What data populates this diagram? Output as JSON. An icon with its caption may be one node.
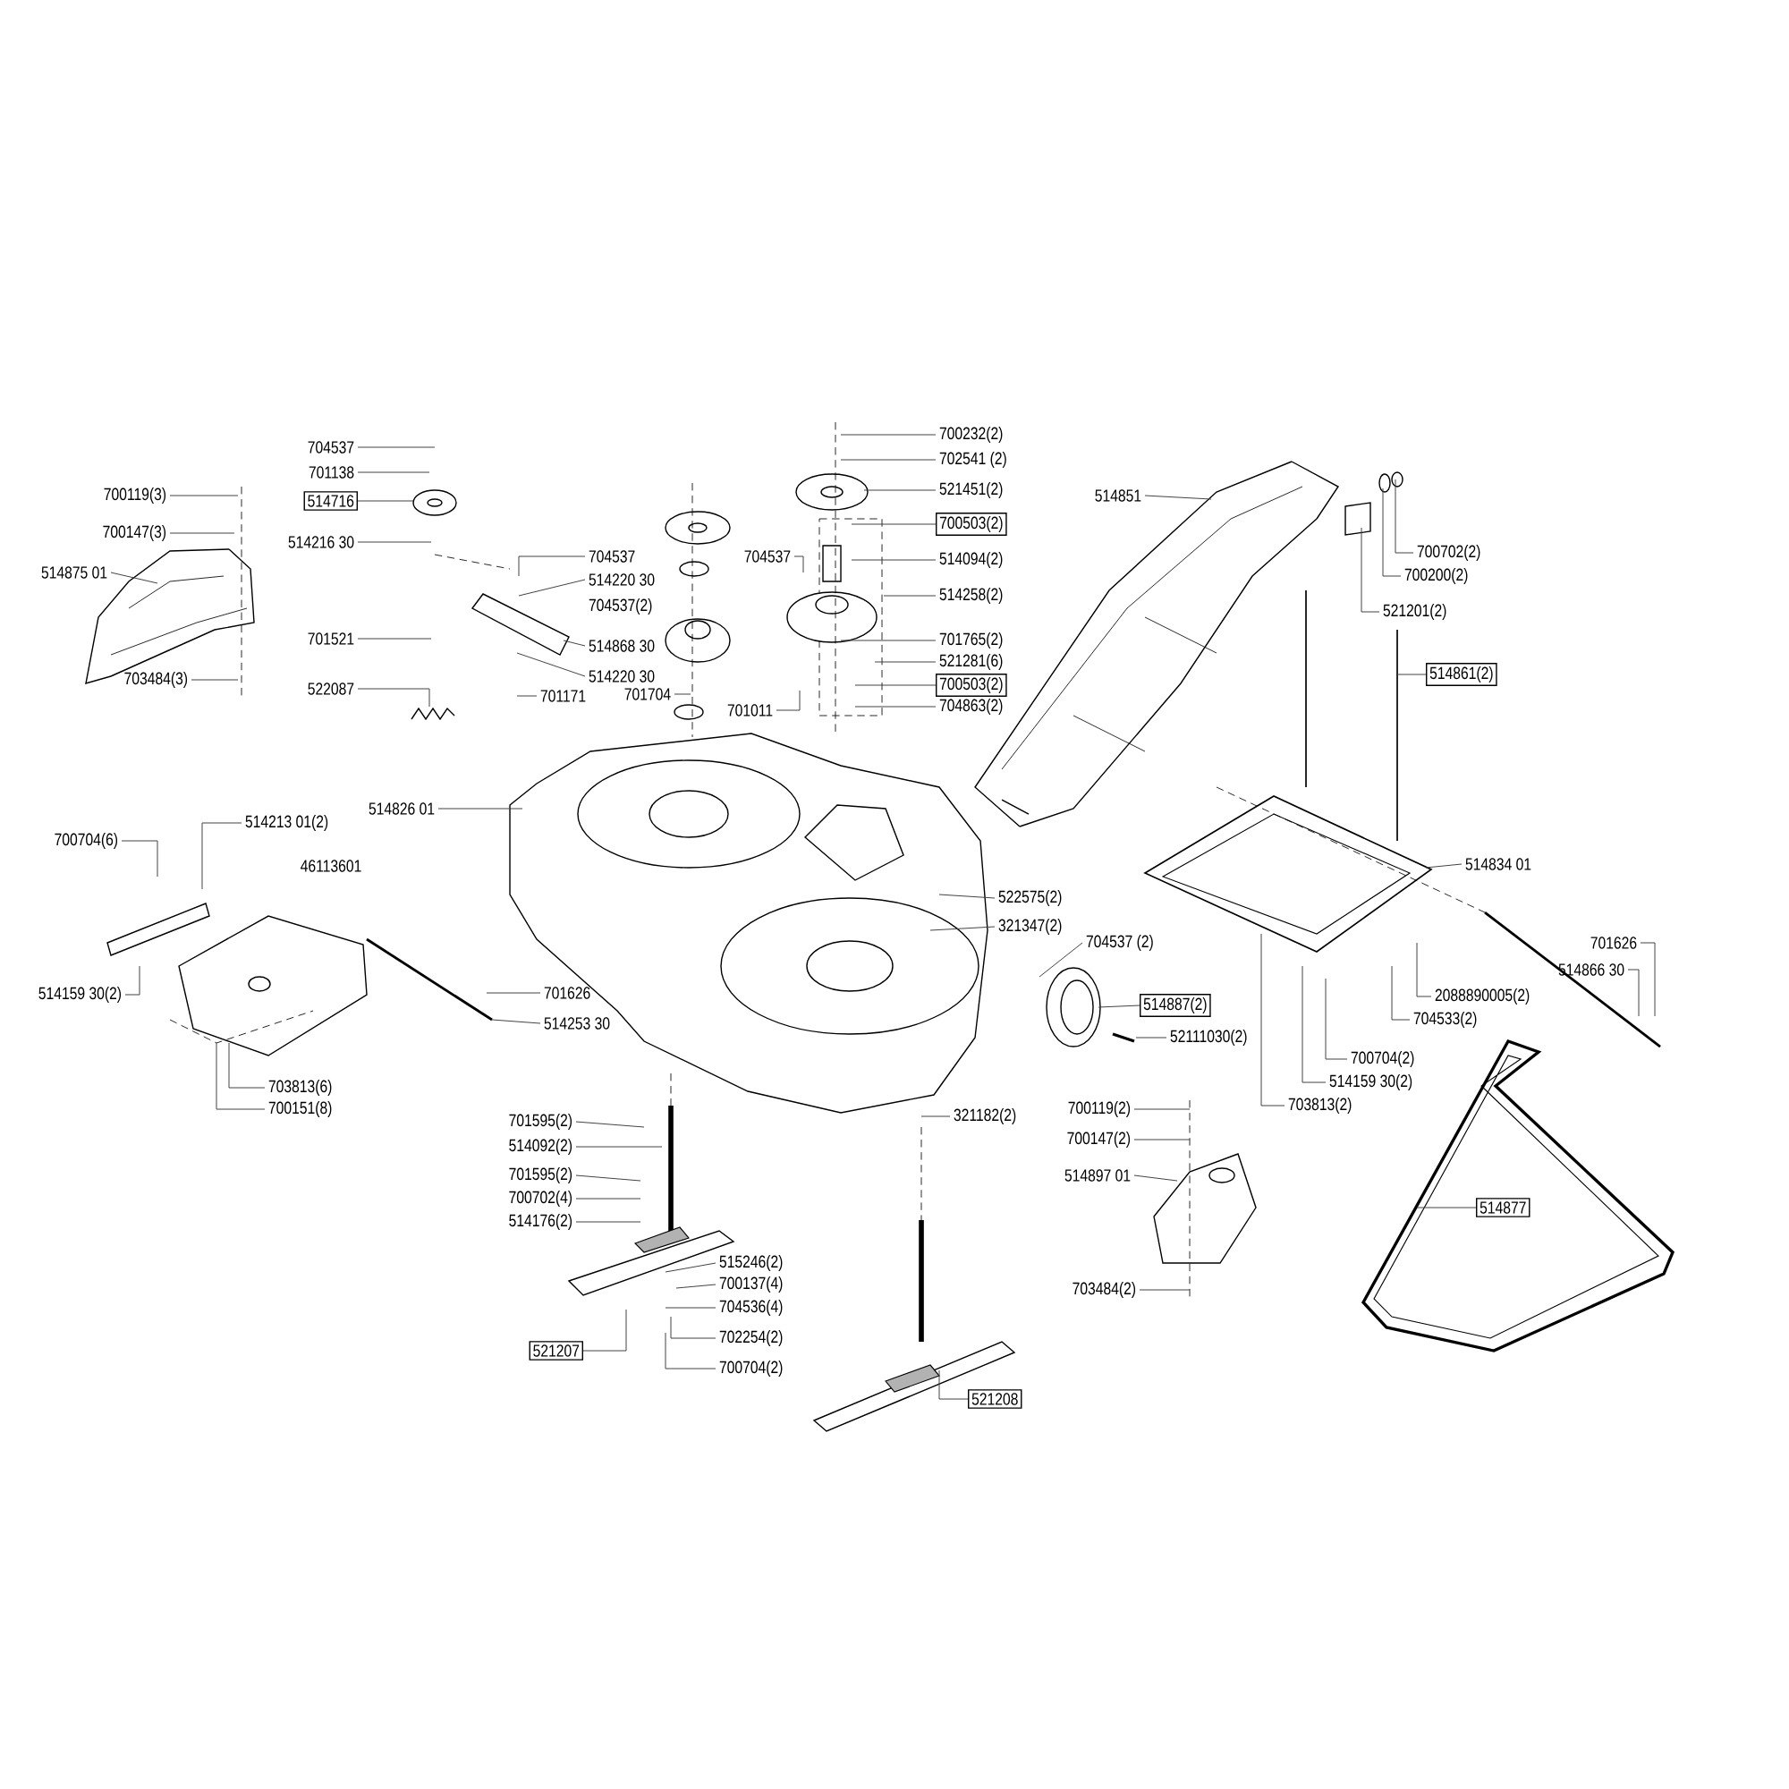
{
  "diagram": {
    "nodes": [
      {
        "text": [
          "700119(3)"
        ]
      },
      {
        "text": [
          "700147(3)"
        ]
      },
      {
        "text": [
          "514875 01"
        ]
      },
      {
        "text": [
          "703484(3)"
        ]
      },
      {
        "text": [
          "704537"
        ]
      },
      {
        "text": [
          "701138"
        ]
      },
      {
        "text": [
          "514716"
        ]
      },
      {
        "text": [
          "514216 30"
        ]
      },
      {
        "text": [
          "701521"
        ]
      },
      {
        "text": [
          "522087"
        ]
      },
      {
        "text": [
          "704537"
        ]
      },
      {
        "text": [
          "514220 30"
        ]
      },
      {
        "text": [
          "514868 30"
        ]
      },
      {
        "text": [
          "514220 30"
        ]
      },
      {
        "text": [
          "701171"
        ]
      },
      {
        "text": [
          "701704"
        ]
      },
      {
        "text": [
          "704537"
        ]
      },
      {
        "text": [
          "701011"
        ]
      },
      {
        "text": [
          "700232(2)"
        ]
      },
      {
        "text": [
          "702541 (2)"
        ]
      },
      {
        "text": [
          "521451(2)"
        ]
      },
      {
        "text": [
          "700503(2)"
        ]
      },
      {
        "text": [
          "514094(2)"
        ]
      },
      {
        "text": [
          "514258(2)"
        ]
      },
      {
        "text": [
          "701765(2)"
        ]
      },
      {
        "text": [
          "521281(6)"
        ]
      },
      {
        "text": [
          "700503(2)"
        ]
      },
      {
        "text": [
          "704863(2)"
        ]
      },
      {
        "text": [
          "514851"
        ]
      },
      {
        "text": [
          "700702(2)"
        ]
      },
      {
        "text": [
          "700200(2)"
        ]
      },
      {
        "text": [
          "521201(2)"
        ]
      },
      {
        "text": [
          "514861(2)"
        ]
      },
      {
        "text": [
          "514826 01"
        ]
      },
      {
        "text": [
          "514213 01(2)"
        ]
      },
      {
        "text": [
          "700704(6)"
        ]
      },
      {
        "text": [
          "514834 01"
        ]
      },
      {
        "text": [
          "522575(2)"
        ]
      },
      {
        "text": [
          "321347(2)"
        ]
      },
      {
        "text": [
          "701626"
        ]
      },
      {
        "text": [
          "514253 30"
        ]
      },
      {
        "text": [
          "514159 30(2)"
        ]
      },
      {
        "text": [
          "701626"
        ]
      },
      {
        "text": [
          "514866 30"
        ]
      },
      {
        "text": [
          "704537 (2)"
        ]
      },
      {
        "text": [
          "2088890005(2)"
        ]
      },
      {
        "text": [
          "514887(2)"
        ]
      },
      {
        "text": [
          "704533(2)"
        ]
      },
      {
        "text": [
          "52111030(2)"
        ]
      },
      {
        "text": [
          "700704(2)"
        ]
      },
      {
        "text": [
          "514159 30(2)"
        ]
      },
      {
        "text": [
          "703813(6)"
        ]
      },
      {
        "text": [
          "703813(2)"
        ]
      },
      {
        "text": [
          "700151(8)"
        ]
      },
      {
        "text": [
          "321182(2)"
        ]
      },
      {
        "text": [
          "700119(2)"
        ]
      },
      {
        "text": [
          "701595(2)"
        ]
      },
      {
        "text": [
          "700147(2)"
        ]
      },
      {
        "text": [
          "514092(2)"
        ]
      },
      {
        "text": [
          "514897 01"
        ]
      },
      {
        "text": [
          "701595(2)"
        ]
      },
      {
        "text": [
          "700702(4)"
        ]
      },
      {
        "text": [
          "514877"
        ]
      },
      {
        "text": [
          "514176(2)"
        ]
      },
      {
        "text": [
          "515246(2)"
        ]
      },
      {
        "text": [
          "700137(4)"
        ]
      },
      {
        "text": [
          "703484(2)"
        ]
      },
      {
        "text": [
          "704536(4)"
        ]
      },
      {
        "text": [
          "702254(2)"
        ]
      },
      {
        "text": [
          "521207"
        ]
      },
      {
        "text": [
          "700704(2)"
        ]
      },
      {
        "text": [
          "521208"
        ]
      }
    ],
    "edges": [
      {
        "from": 0,
        "to": null,
        "arrow": "none"
      },
      {
        "from": 1,
        "to": null,
        "arrow": "none"
      },
      {
        "from": 2,
        "to": null,
        "arrow": "none"
      },
      {
        "from": 3,
        "to": null,
        "arrow": "none"
      },
      {
        "from": 4,
        "to": null,
        "arrow": "none"
      },
      {
        "from": 5,
        "to": null,
        "arrow": "none"
      },
      {
        "from": 6,
        "to": null,
        "arrow": "none"
      },
      {
        "from": 7,
        "to": null,
        "arrow": "none"
      },
      {
        "from": 8,
        "to": null,
        "arrow": "none"
      },
      {
        "from": 9,
        "to": null,
        "arrow": "none"
      },
      {
        "from": 10,
        "to": null,
        "arrow": "none"
      },
      {
        "from": 11,
        "to": null,
        "arrow": "none"
      },
      {
        "from": 12,
        "to": null,
        "arrow": "none"
      },
      {
        "from": 13,
        "to": null,
        "arrow": "none"
      },
      {
        "from": 14,
        "to": null,
        "arrow": "none"
      },
      {
        "from": 15,
        "to": null,
        "arrow": "none"
      },
      {
        "from": 16,
        "to": null,
        "arrow": "none"
      },
      {
        "from": 17,
        "to": null,
        "arrow": "none"
      },
      {
        "from": 18,
        "to": null,
        "arrow": "none"
      },
      {
        "from": 19,
        "to": null,
        "arrow": "none"
      },
      {
        "from": 20,
        "to": null,
        "arrow": "none"
      },
      {
        "from": 21,
        "to": null,
        "arrow": "none"
      },
      {
        "from": 22,
        "to": null,
        "arrow": "none"
      },
      {
        "from": 23,
        "to": null,
        "arrow": "none"
      },
      {
        "from": 24,
        "to": null,
        "arrow": "none"
      },
      {
        "from": 25,
        "to": null,
        "arrow": "none"
      },
      {
        "from": 26,
        "to": null,
        "arrow": "none"
      },
      {
        "from": 27,
        "to": null,
        "arrow": "none"
      },
      {
        "from": 28,
        "to": null,
        "arrow": "none"
      },
      {
        "from": 29,
        "to": null,
        "arrow": "none"
      },
      {
        "from": 30,
        "to": null,
        "arrow": "none"
      },
      {
        "from": 31,
        "to": null,
        "arrow": "none"
      },
      {
        "from": 32,
        "to": null,
        "arrow": "none"
      },
      {
        "from": 33,
        "to": null,
        "arrow": "none"
      },
      {
        "from": 34,
        "to": null,
        "arrow": "none"
      },
      {
        "from": 35,
        "to": null,
        "arrow": "none"
      },
      {
        "from": 36,
        "to": null,
        "arrow": "none"
      },
      {
        "from": 37,
        "to": null,
        "arrow": "none"
      },
      {
        "from": 38,
        "to": null,
        "arrow": "none"
      },
      {
        "from": 39,
        "to": null,
        "arrow": "none"
      },
      {
        "from": 40,
        "to": null,
        "arrow": "none"
      },
      {
        "from": 41,
        "to": null,
        "arrow": "none"
      },
      {
        "from": 42,
        "to": null,
        "arrow": "none"
      },
      {
        "from": 43,
        "to": null,
        "arrow": "none"
      },
      {
        "from": 44,
        "to": null,
        "arrow": "none"
      },
      {
        "from": 45,
        "to": null,
        "arrow": "none"
      },
      {
        "from": 46,
        "to": null,
        "arrow": "none"
      },
      {
        "from": 47,
        "to": null,
        "arrow": "none"
      },
      {
        "from": 48,
        "to": null,
        "arrow": "none"
      },
      {
        "from": 49,
        "to": null,
        "arrow": "none"
      },
      {
        "from": 50,
        "to": null,
        "arrow": "none"
      },
      {
        "from": 51,
        "to": null,
        "arrow": "none"
      },
      {
        "from": 52,
        "to": null,
        "arrow": "none"
      },
      {
        "from": 53,
        "to": null,
        "arrow": "none"
      },
      {
        "from": 54,
        "to": null,
        "arrow": "none"
      },
      {
        "from": 55,
        "to": null,
        "arrow": "none"
      },
      {
        "from": 56,
        "to": null,
        "arrow": "none"
      },
      {
        "from": 57,
        "to": null,
        "arrow": "none"
      },
      {
        "from": 58,
        "to": null,
        "arrow": "none"
      },
      {
        "from": 59,
        "to": null,
        "arrow": "none"
      },
      {
        "from": 60,
        "to": null,
        "arrow": "none"
      },
      {
        "from": 61,
        "to": null,
        "arrow": "none"
      },
      {
        "from": 62,
        "to": null,
        "arrow": "none"
      },
      {
        "from": 63,
        "to": null,
        "arrow": "none"
      },
      {
        "from": 64,
        "to": null,
        "arrow": "none"
      },
      {
        "from": 65,
        "to": null,
        "arrow": "none"
      },
      {
        "from": 66,
        "to": null,
        "arrow": "none"
      },
      {
        "from": 67,
        "to": null,
        "arrow": "none"
      },
      {
        "from": 68,
        "to": null,
        "arrow": "none"
      },
      {
        "from": 69,
        "to": null,
        "arrow": "none"
      },
      {
        "from": 70,
        "to": null,
        "arrow": "none"
      },
      {
        "from": 71,
        "to": null,
        "arrow": "none"
      }
    ],
    "labels": [
      "704537(2)",
      "46113601"
    ]
  }
}
